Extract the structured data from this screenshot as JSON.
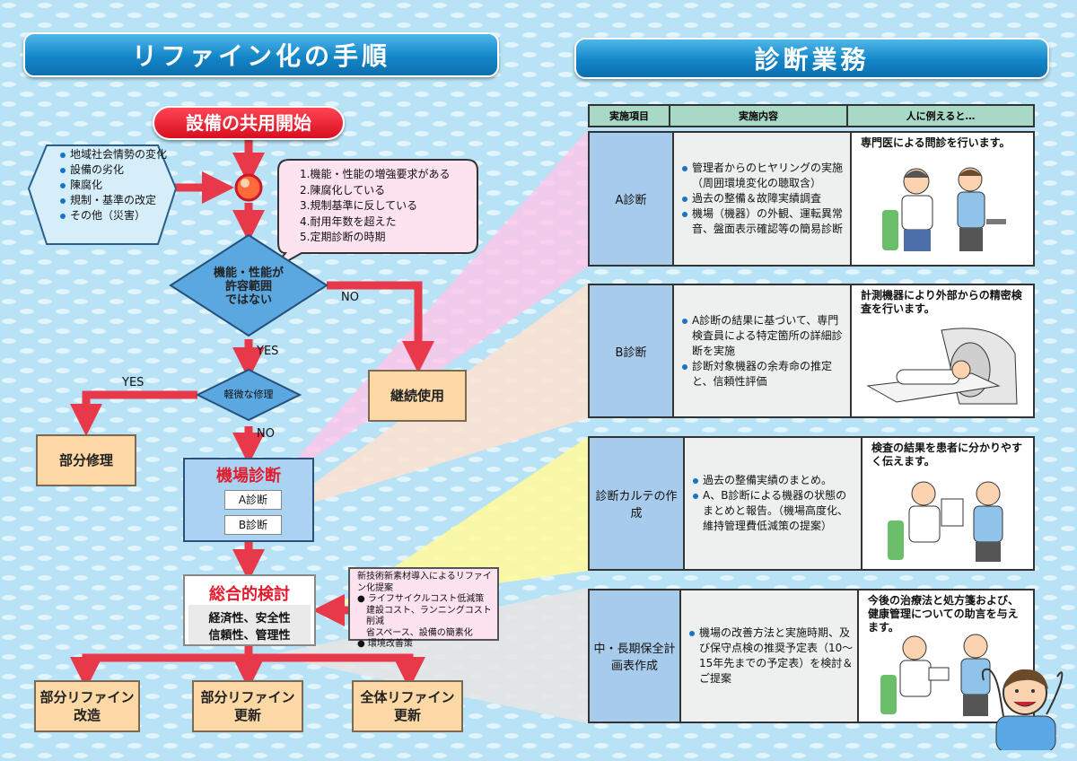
{
  "left_title": "リファイン化の手順",
  "right_title": "診断業務",
  "start": "設備の共用開始",
  "factors": [
    "地域社会情勢の変化",
    "設備の劣化",
    "陳腐化",
    "規制・基準の改定",
    "その他（災害）"
  ],
  "reasons": [
    "1.機能・性能の増強要求がある",
    "2.陳腐化している",
    "3.規制基準に反している",
    "4.耐用年数を超えた",
    "5.定期診断の時期"
  ],
  "decision1": {
    "line1": "機能・性能が",
    "line2": "許容範囲",
    "line3": "ではない"
  },
  "no_label": "NO",
  "yes_label": "YES",
  "continue_use": "継続使用",
  "decision2": "軽微な修理",
  "partial_repair": "部分修理",
  "onsite": {
    "title": "機場診断",
    "a": "A診断",
    "b": "B診断"
  },
  "comprehensive": {
    "title": "総合的検討",
    "line1": "経済性、安全性",
    "line2": "信頼性、管理性"
  },
  "proposals": [
    "新技術新素材導入によるリファイン化提案",
    "ライフサイクルコスト低減策",
    "建設コスト、ランニングコスト削減",
    "省スペース、設備の簡素化",
    "環境改善策"
  ],
  "outcomes": [
    {
      "line1": "部分リファイン",
      "line2": "改造"
    },
    {
      "line1": "部分リファイン",
      "line2": "更新"
    },
    {
      "line1": "全体リファイン",
      "line2": "更新"
    }
  ],
  "table": {
    "headers": [
      "実施項目",
      "実施内容",
      "人に例えると…"
    ],
    "rows": [
      {
        "item": "A診断",
        "content": [
          "管理者からのヒヤリングの実施（周囲環境変化の聴取含）",
          "過去の整備＆故障実績調査",
          "機場（機器）の外観、運転異常音、盤面表示確認等の簡易診断"
        ],
        "analogy": "専門医による問診を行います。"
      },
      {
        "item": "B診断",
        "content": [
          "A診断の結果に基づいて、専門検査員による特定箇所の詳細診断を実施",
          "診断対象機器の余寿命の推定と、信頼性評価"
        ],
        "analogy": "計測機器により外部からの精密検査を行います。"
      },
      {
        "item": "診断カルテの作成",
        "content": [
          "過去の整備実績のまとめ。",
          "A、B診断による機器の状態のまとめと報告。（機場高度化、維持管理費低減策の提案）"
        ],
        "analogy": "検査の結果を患者に分かりやすく伝えます。"
      },
      {
        "item": "中・長期保全計画表作成",
        "content": [
          "機場の改善方法と実施時期、及び保守点検の推奨予定表（10～15年先までの予定表）を検討＆ご提案"
        ],
        "analogy": "今後の治療法と処方箋および、健康管理についての助言を与えます。"
      }
    ]
  },
  "colors": {
    "arrow": "#e8394a",
    "start_red": "#e21c2c",
    "diamond": "#5ba7e0",
    "peach": "#fcd8a4",
    "blue_box": "#a9d3f1",
    "banner": "#1386c8"
  }
}
